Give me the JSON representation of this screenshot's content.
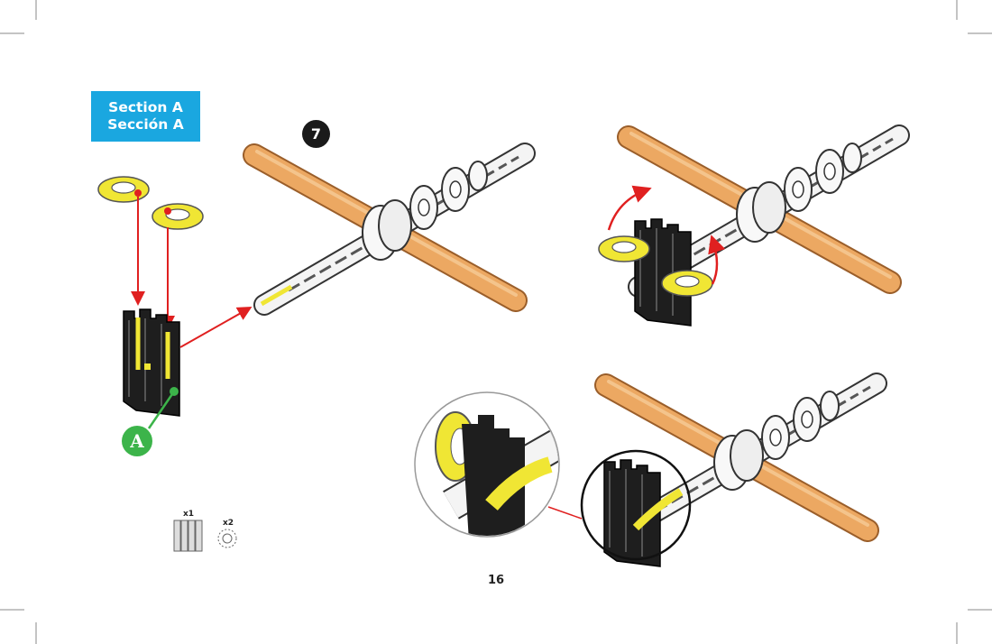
{
  "section": {
    "line1": "Section A",
    "line2": "Sección A"
  },
  "step_number": "7",
  "callout_label": "A",
  "parts": [
    {
      "name": "clip",
      "quantity": "x1"
    },
    {
      "name": "ring",
      "quantity": "x2"
    }
  ],
  "page_number": "16",
  "colors": {
    "badge": "#1aa7e0",
    "wood": "#eca862",
    "yellow": "#f0e634",
    "arrow": "#e02020",
    "callout": "#3cb44a"
  }
}
